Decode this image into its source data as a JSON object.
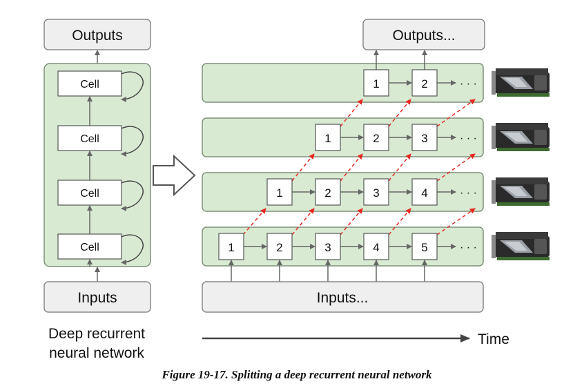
{
  "left": {
    "outputs_label": "Outputs",
    "inputs_label": "Inputs",
    "cell_label": "Cell",
    "caption_line1": "Deep recurrent",
    "caption_line2": "neural network"
  },
  "right": {
    "outputs_label": "Outputs...",
    "inputs_label": "Inputs...",
    "dots": "· · ·",
    "time_label": "Time",
    "rows": [
      {
        "labels": [
          "1",
          "2"
        ]
      },
      {
        "labels": [
          "1",
          "2",
          "3"
        ]
      },
      {
        "labels": [
          "1",
          "2",
          "3",
          "4"
        ]
      },
      {
        "labels": [
          "1",
          "2",
          "3",
          "4",
          "5"
        ]
      }
    ]
  },
  "caption": "Figure 19-17. Splitting a deep recurrent neural network",
  "colors": {
    "panel_fill": "#d9ead3",
    "panel_stroke": "#7f8f7a",
    "box_fill": "#ffffff",
    "io_fill": "#efefef",
    "arrow": "#666666",
    "dashed": "#e8271e",
    "gpu_dark": "#2a2a2a",
    "gpu_board": "#3d6b2f"
  }
}
